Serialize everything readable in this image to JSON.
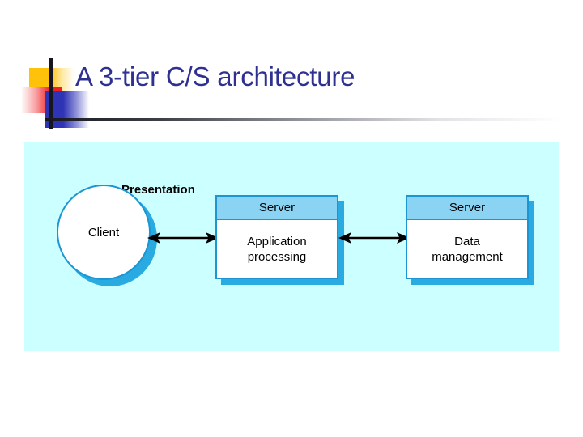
{
  "slide": {
    "title": "A 3-tier C/S architecture",
    "title_color": "#2E3192",
    "background": "#FFFFFF"
  },
  "decoration": {
    "yellow_swatch": "#FFC20B",
    "red_swatch": "#ED2024",
    "blue_swatch": "#2F33B5",
    "rule_color": "#16161E"
  },
  "diagram": {
    "panel_background": "#CCFFFF",
    "shape_border_color": "#1B95D4",
    "shape_shadow_color": "#29ABE2",
    "header_fill_color": "#8BD3F2",
    "body_fill_color": "#FFFFFF",
    "arrow_color": "#000000",
    "annotations": [
      {
        "label": "Presentation"
      }
    ],
    "nodes": [
      {
        "id": "client",
        "shape": "ellipse",
        "label": "Client"
      },
      {
        "id": "application-server",
        "shape": "box",
        "header": "Server",
        "body_line_1": "Application",
        "body_line_2": "processing"
      },
      {
        "id": "data-server",
        "shape": "box",
        "header": "Server",
        "body_line_1": "Data",
        "body_line_2": "management"
      }
    ],
    "connectors": [
      {
        "id": "client-to-application",
        "style": "double-headed-arrow"
      },
      {
        "id": "application-to-data",
        "style": "double-headed-arrow"
      }
    ]
  }
}
